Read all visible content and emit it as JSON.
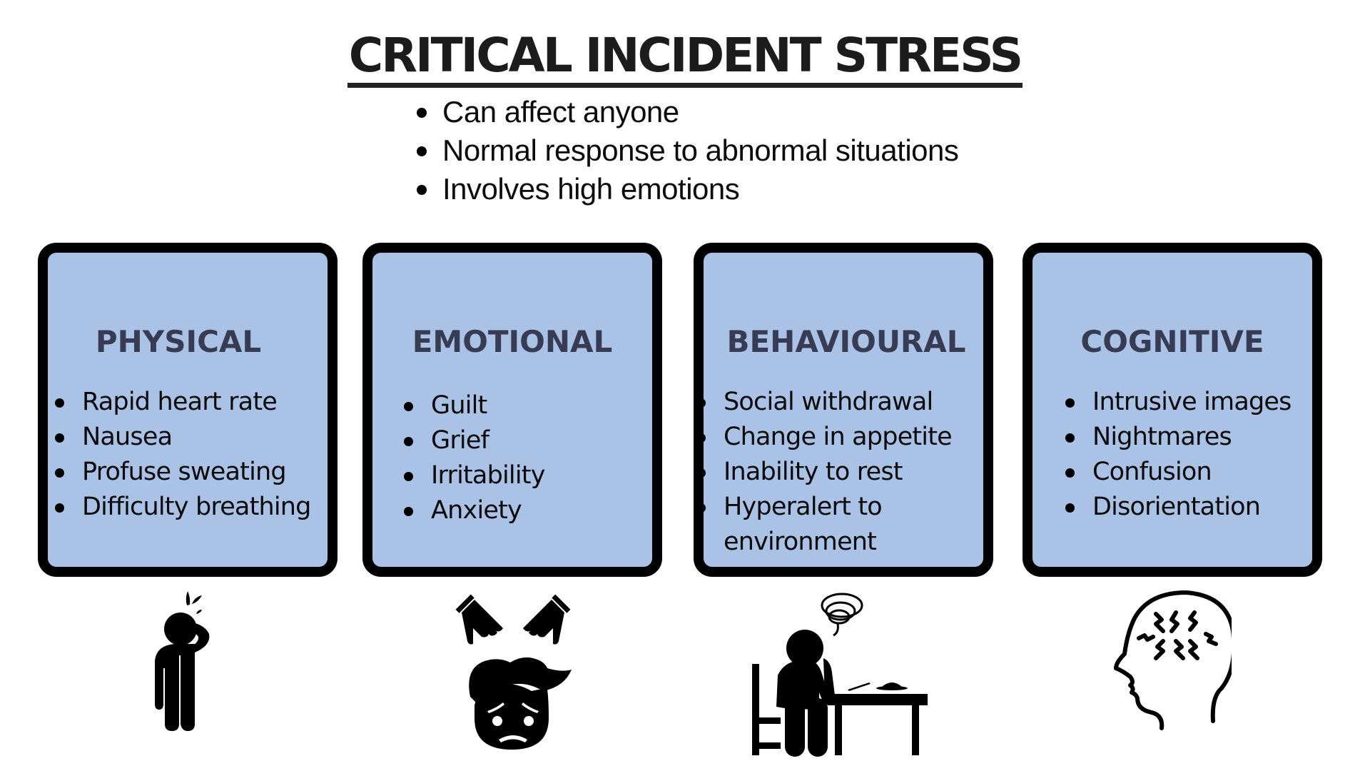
{
  "title": "CRITICAL INCIDENT STRESS",
  "intro_points": [
    "Can affect anyone",
    "Normal response to abnormal situations",
    "Involves high emotions"
  ],
  "colors": {
    "card_fill": "#a9c2e6",
    "card_border": "#000000",
    "heading": "#383c52",
    "text": "#0a0a0a"
  },
  "categories": [
    {
      "heading": "PHYSICAL",
      "icon": "sweating-person-icon",
      "items": [
        "Rapid heart rate",
        "Nausea",
        "Profuse sweating",
        "Difficulty breathing"
      ]
    },
    {
      "heading": "EMOTIONAL",
      "icon": "distressed-face-icon",
      "items": [
        "Guilt",
        "Grief",
        "Irritability",
        "Anxiety"
      ]
    },
    {
      "heading": "BEHAVIOURAL",
      "icon": "person-at-table-icon",
      "items": [
        "Social withdrawal",
        "Change in appetite",
        "Inability to rest",
        "Hyperalert to",
        "environment"
      ]
    },
    {
      "heading": "COGNITIVE",
      "icon": "head-confusion-icon",
      "items": [
        "Intrusive images",
        "Nightmares",
        "Confusion",
        "Disorientation"
      ]
    }
  ]
}
